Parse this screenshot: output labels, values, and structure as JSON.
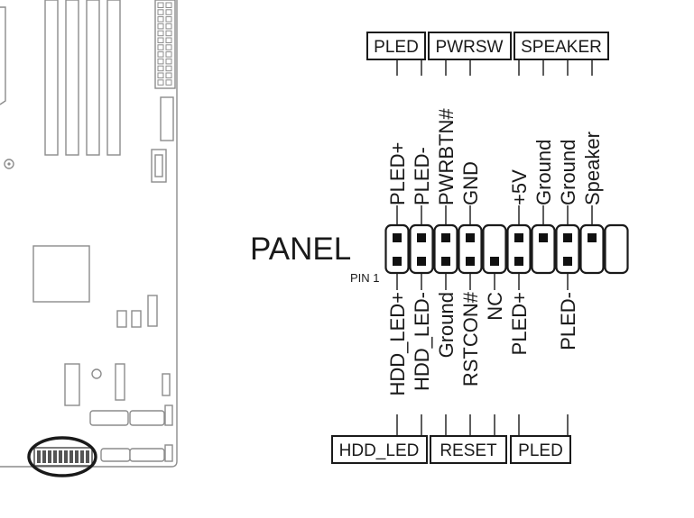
{
  "header": {
    "title": "PANEL",
    "pin1_label": "PIN 1"
  },
  "top_groups": [
    "PLED",
    "PWRSW",
    "SPEAKER"
  ],
  "bottom_groups": [
    "HDD_LED",
    "RESET",
    "PLED"
  ],
  "top_pins": [
    "PLED+",
    "PLED-",
    "PWRBTN#",
    "GND",
    "+5V",
    "Ground",
    "Ground",
    "Speaker"
  ],
  "bottom_pins": [
    "HDD_LED+",
    "HDD_LED-",
    "Ground",
    "RSTCON#",
    "NC",
    "PLED+",
    "PLED-"
  ],
  "colors": {
    "line": "#1a1a1a",
    "board": "#8c8c8c",
    "highlight": "#1a1a1a"
  }
}
